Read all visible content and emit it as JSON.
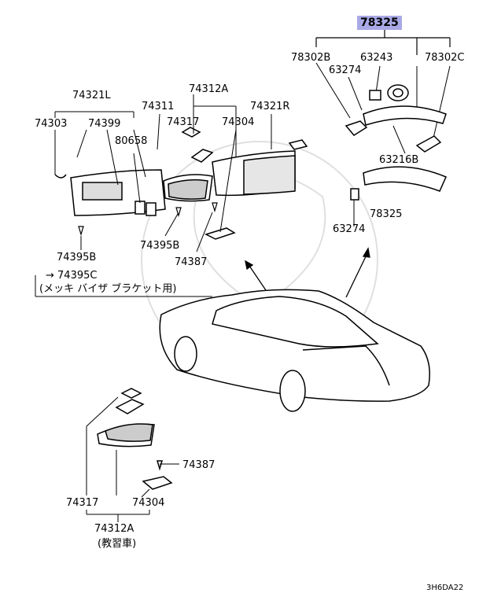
{
  "diagram": {
    "labels": {
      "p78325_hl": "78325",
      "p78302B": "78302B",
      "p63243": "63243",
      "p78302C": "78302C",
      "p63274_top": "63274",
      "p63216B": "63216B",
      "p78325": "78325",
      "p63274_bot": "63274",
      "p74321L": "74321L",
      "p74303": "74303",
      "p74399": "74399",
      "p80658": "80658",
      "p74311": "74311",
      "p74312A": "74312A",
      "p74317": "74317",
      "p74304": "74304",
      "p74321R": "74321R",
      "p74395B_left": "74395B",
      "p74395C": "74395C",
      "note_jp": "(メッキ バイザ ブラケット用)",
      "p74395B_mid": "74395B",
      "p74387_mid": "74387",
      "p74387_low": "74387",
      "p74317_low": "74317",
      "p74304_low": "74304",
      "p74312A_low": "74312A",
      "note_trainer": "(教習車)",
      "code": "3H6DA22"
    }
  }
}
